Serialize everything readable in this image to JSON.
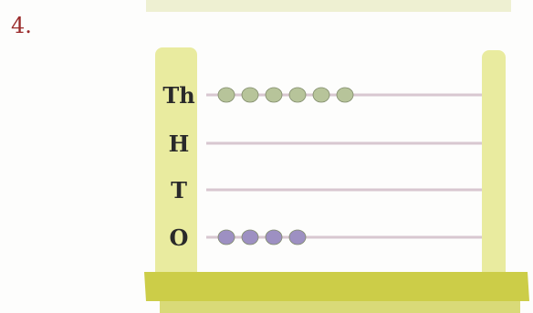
{
  "question_number": "4.",
  "abacus": {
    "rods": [
      {
        "label": "Th",
        "beads": 6,
        "bead_color": "#b7c49a"
      },
      {
        "label": "H",
        "beads": 0,
        "bead_color": "#b7c49a"
      },
      {
        "label": "T",
        "beads": 0,
        "bead_color": "#b7c49a"
      },
      {
        "label": "O",
        "beads": 4,
        "bead_color": "#9d90c2"
      }
    ],
    "frame_color": "#e8ea9c",
    "base_color": "#cfd04e",
    "rod_color": "#d8c7d0"
  }
}
